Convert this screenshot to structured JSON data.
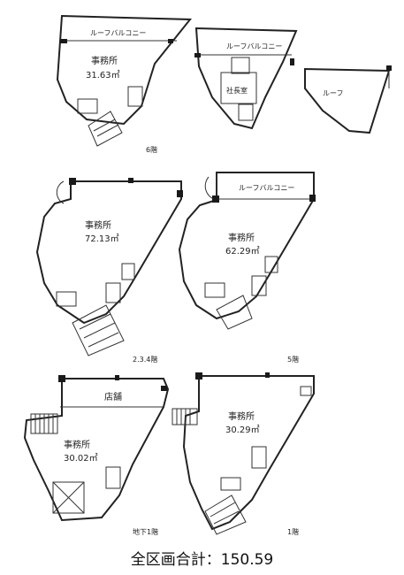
{
  "labels": {
    "roof_balcony": "ルーフバルコニー",
    "roof": "ルーフ",
    "office": "事務所",
    "room_bottom": "事務所",
    "shop": "店舗",
    "storage": "社長室"
  },
  "floors": {
    "f6": {
      "area_left": "31.63㎡",
      "label": "6階"
    },
    "f234": {
      "area": "72.13㎡",
      "label": "2.3.4階"
    },
    "f5": {
      "area": "62.29㎡",
      "label": "5階"
    },
    "b1": {
      "area": "30.02㎡",
      "label": "地下1階"
    },
    "f1": {
      "area": "30.29㎡",
      "label": "1階"
    }
  },
  "total_area": "全区画合計：150.59"
}
